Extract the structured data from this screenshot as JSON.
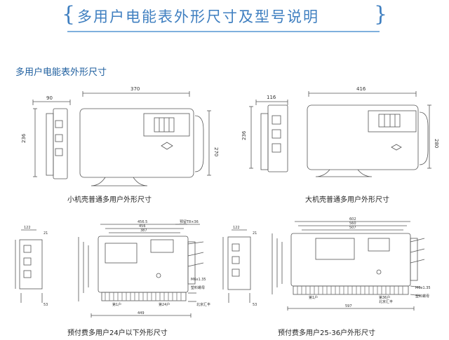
{
  "title": {
    "text": "多用户电能表外形尺寸及型号说明",
    "brace_left": "{",
    "brace_right": "}"
  },
  "section_heading": "多用户电能表外形尺寸",
  "diagrams": {
    "small": {
      "caption": "小机壳普通多用户外形尺寸",
      "dims": {
        "side_width": "90",
        "side_height": "236",
        "front_width": "370",
        "front_height": "270"
      }
    },
    "large": {
      "caption": "大机壳普通多用户外形尺寸",
      "dims": {
        "side_width": "116",
        "side_height": "236",
        "front_width": "416",
        "front_height": "280"
      }
    },
    "prepaid24": {
      "caption": "预付费多用户24户以下外形尺寸",
      "dims": {
        "side_top": "122",
        "side_a": "21",
        "side_b": "53",
        "top_1": "456.5",
        "top_2": "456",
        "top_3": "387",
        "bottom": "449",
        "label_1": "预留T8×36",
        "label_2": "M6x1.35",
        "label_3": "塑料螺母",
        "label_4": "第24户",
        "label_5": "北京汇丰",
        "label_6": "第1户"
      }
    },
    "prepaid36": {
      "caption": "预付费多用户25-36户外形尺寸",
      "dims": {
        "side_top": "122",
        "side_a": "21",
        "side_b": "53",
        "top_1": "602",
        "top_2": "560",
        "top_3": "507",
        "bottom": "597",
        "label_1": "第36户",
        "label_2": "M6x1.35",
        "label_3": "塑料螺母",
        "label_4": "北京汇丰",
        "label_5": "第1户"
      }
    }
  }
}
